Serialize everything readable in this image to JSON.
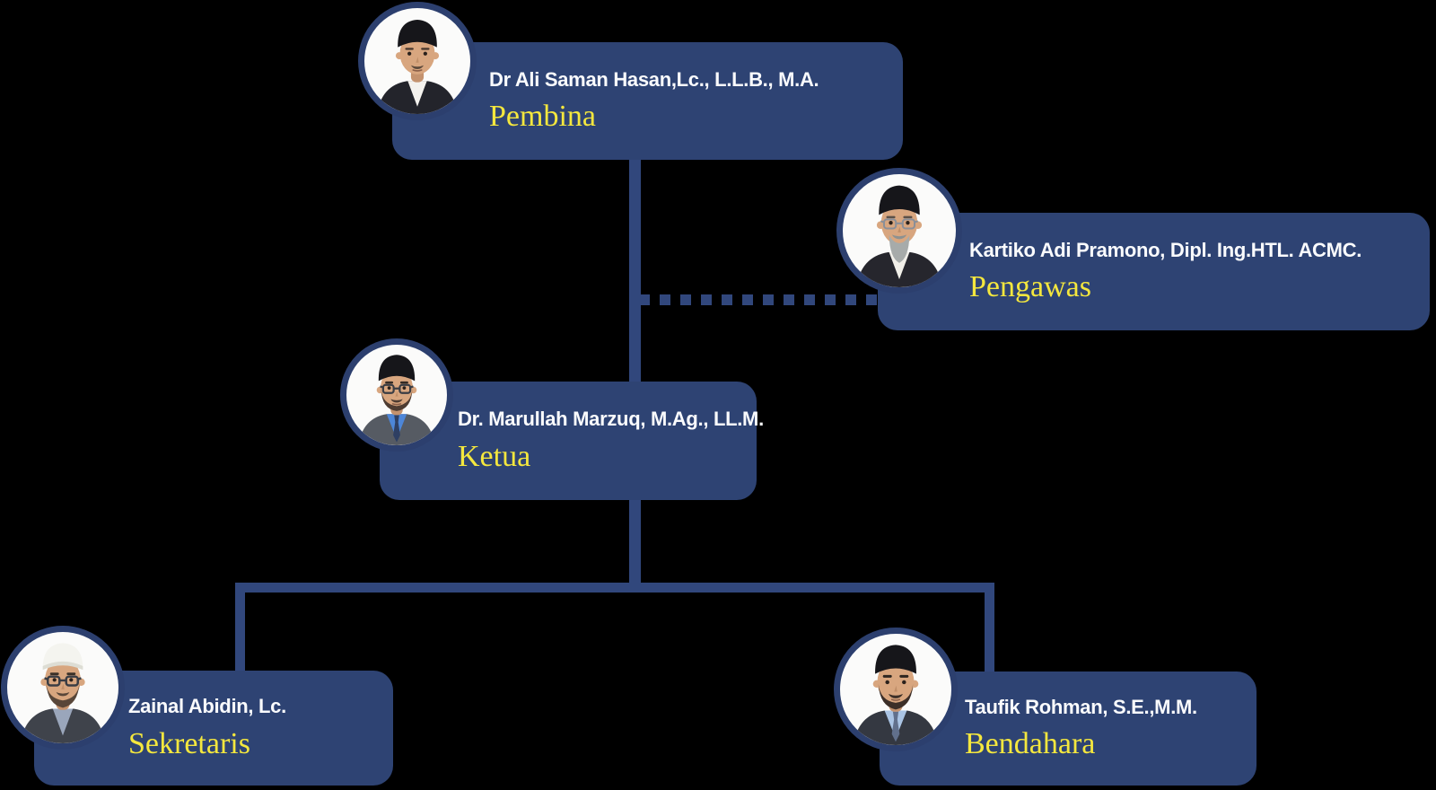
{
  "org_chart": {
    "members": [
      {
        "id": "pembina",
        "name": "Dr Ali Saman Hasan,Lc., L.L.B., M.A.",
        "role": "Pembina",
        "photo": "portrait-man-black-peci-suit"
      },
      {
        "id": "pengawas",
        "name": "Kartiko Adi Pramono, Dipl. Ing.HTL. ACMC.",
        "role": "Pengawas",
        "photo": "portrait-man-black-peci-glasses-gray-beard"
      },
      {
        "id": "ketua",
        "name": "Dr. Marullah Marzuq, M.Ag., LL.M.",
        "role": "Ketua",
        "photo": "portrait-man-black-peci-glasses-blue-shirt"
      },
      {
        "id": "sekretaris",
        "name": "Zainal Abidin, Lc.",
        "role": "Sekretaris",
        "photo": "portrait-man-white-cap-glasses-beard"
      },
      {
        "id": "bendahara",
        "name": "Taufik Rohman, S.E.,M.M.",
        "role": "Bendahara",
        "photo": "portrait-man-black-peci-beard-tie"
      }
    ],
    "colors": {
      "box_background": "#2e4373",
      "connector_line": "#31477c",
      "name_text": "#fafbfd",
      "role_text": "#f4e73e",
      "photo_circle_background": "#fbfbfa",
      "page_background": "#000000"
    },
    "connectors": [
      {
        "from": "pembina",
        "to": "ketua",
        "style": "solid"
      },
      {
        "from": "pembina-ketua-line",
        "to": "pengawas",
        "style": "dashed"
      },
      {
        "from": "ketua",
        "to": "sekretaris",
        "style": "solid"
      },
      {
        "from": "ketua",
        "to": "bendahara",
        "style": "solid"
      }
    ]
  }
}
